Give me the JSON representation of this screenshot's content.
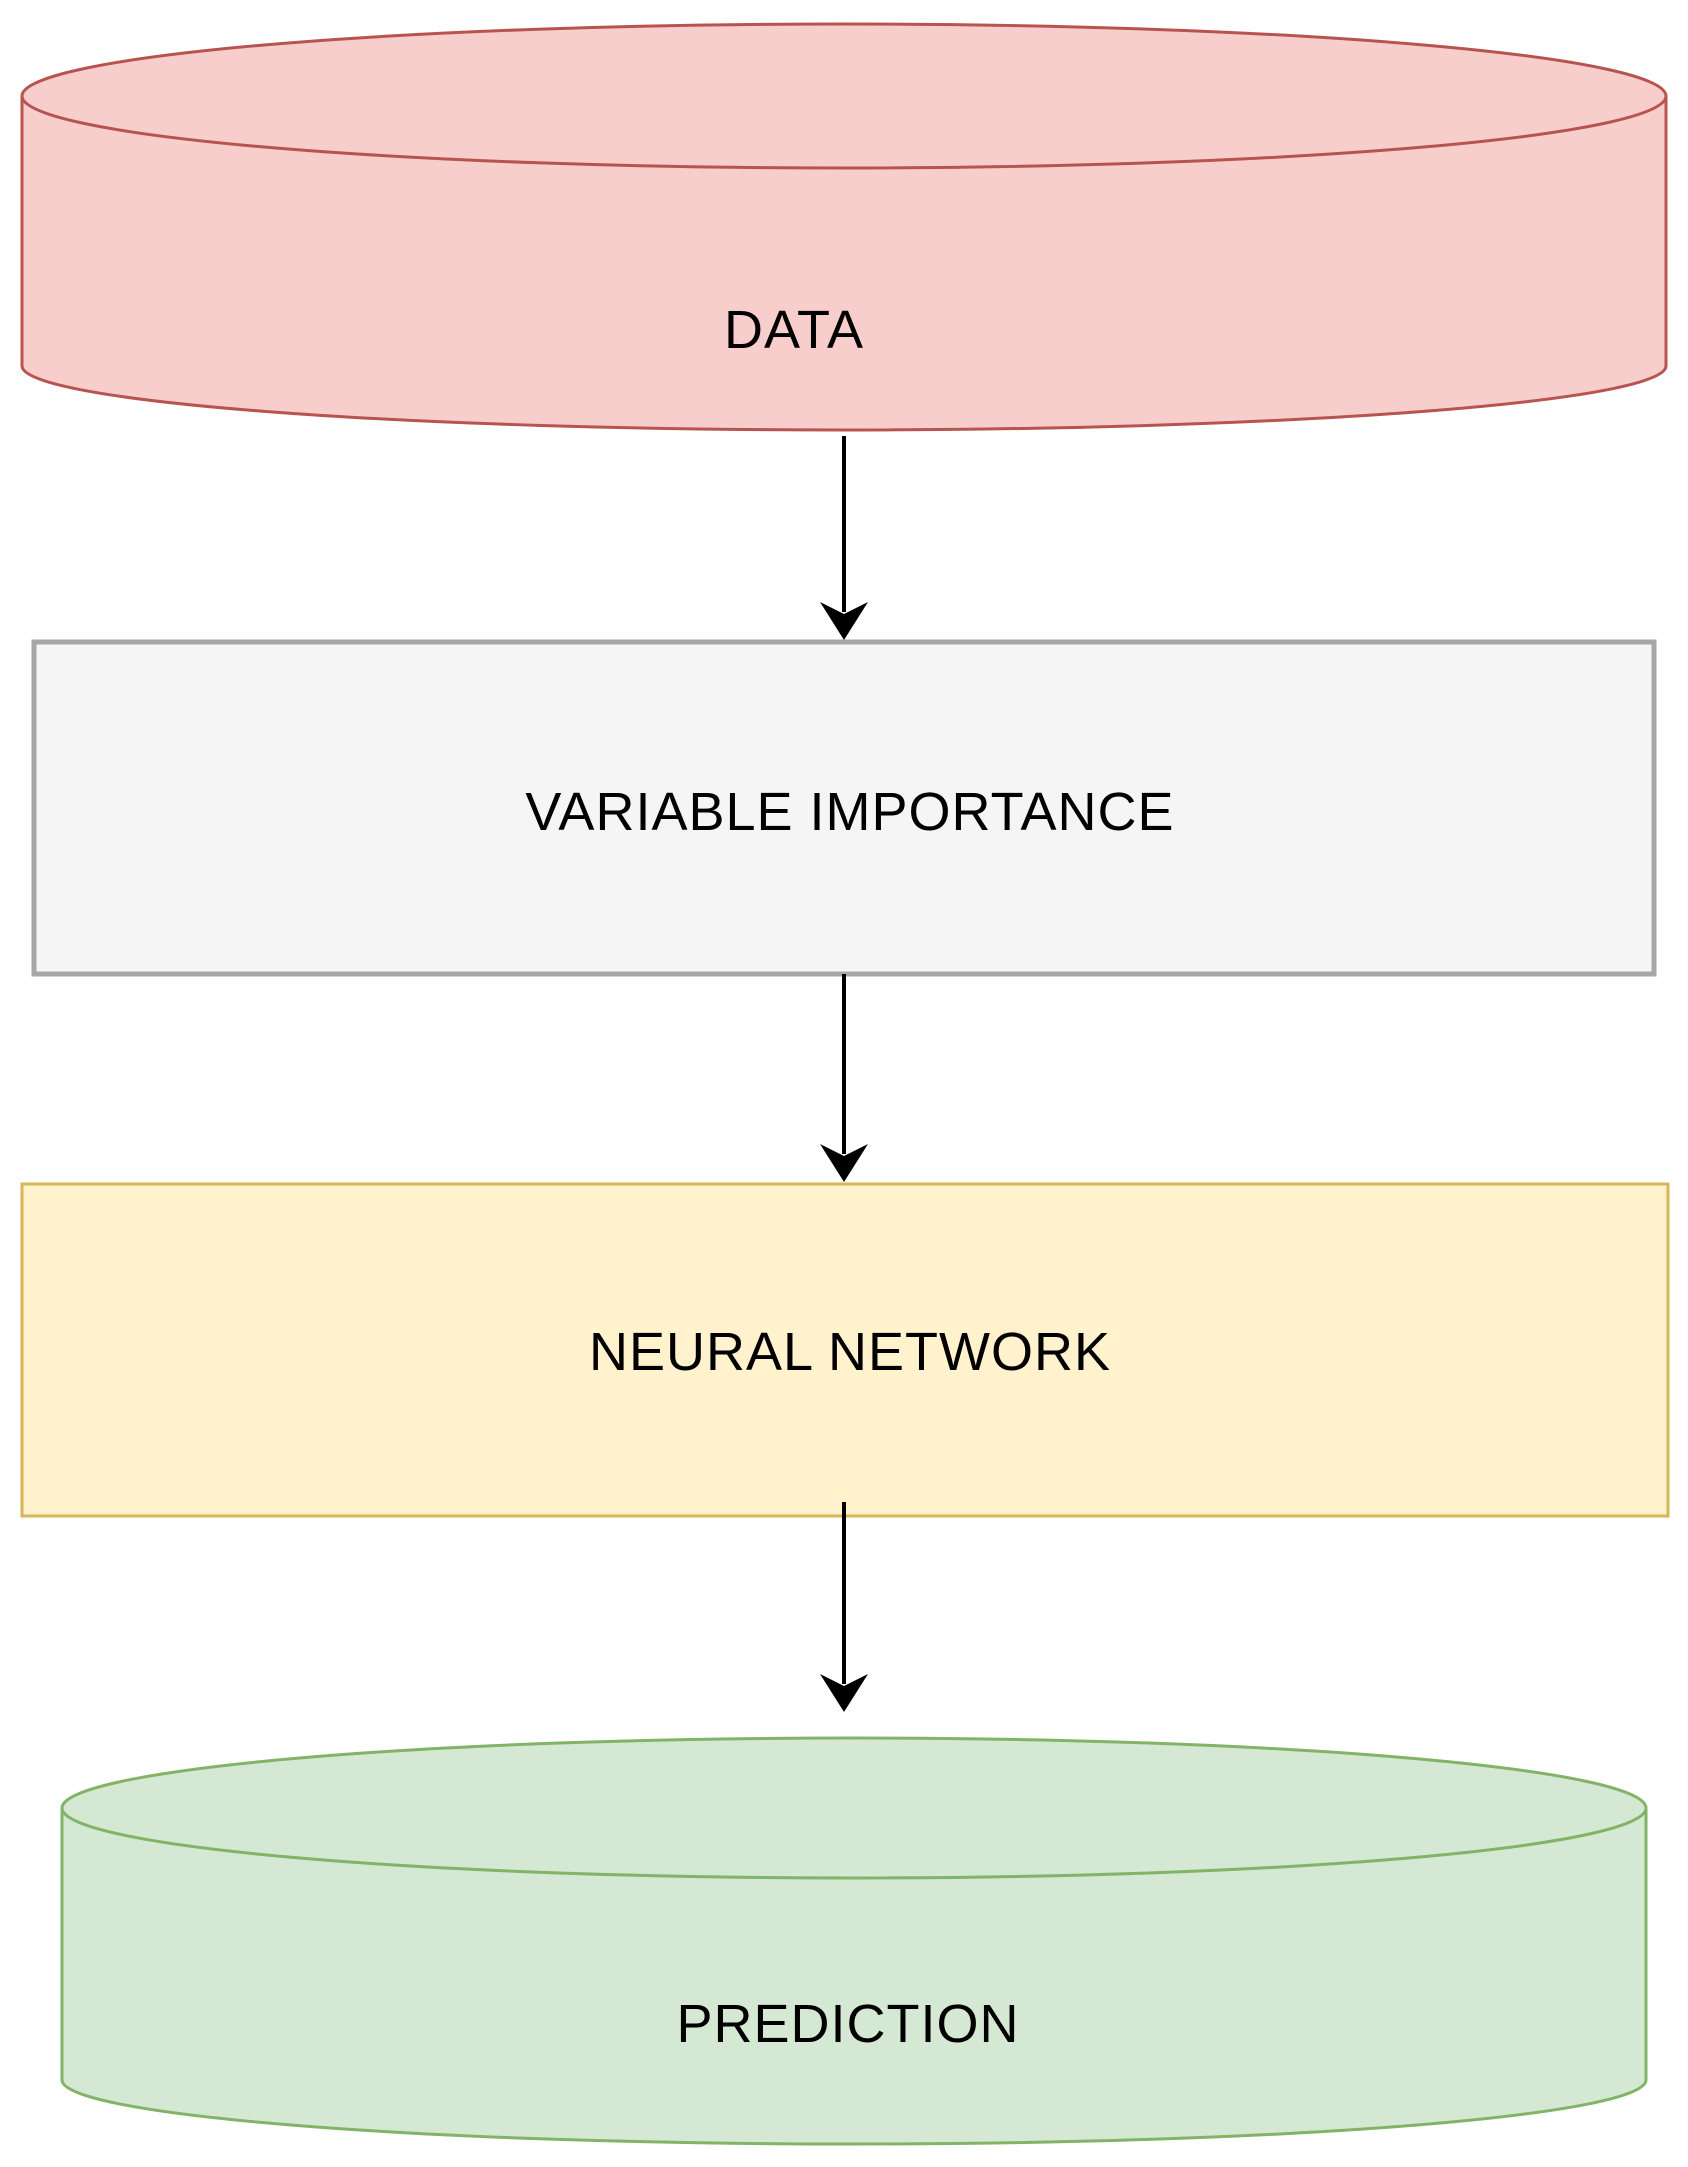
{
  "nodes": [
    {
      "id": "data",
      "shape": "cylinder",
      "label": "DATA",
      "fill": "#f8cecc",
      "stroke": "#b85450"
    },
    {
      "id": "variable-importance",
      "shape": "rectangle",
      "label": "VARIABLE IMPORTANCE",
      "fill": "#f5f5f5",
      "stroke": "#a6a6a6"
    },
    {
      "id": "neural-network",
      "shape": "rectangle",
      "label": "NEURAL NETWORK",
      "fill": "#fff2cc",
      "stroke": "#d6b656"
    },
    {
      "id": "prediction",
      "shape": "cylinder",
      "label": "PREDICTION",
      "fill": "#d5e8d4",
      "stroke": "#82b366"
    }
  ],
  "edges": [
    {
      "from": "data",
      "to": "variable-importance"
    },
    {
      "from": "variable-importance",
      "to": "neural-network"
    },
    {
      "from": "neural-network",
      "to": "prediction"
    }
  ],
  "edge_color": "#000000"
}
